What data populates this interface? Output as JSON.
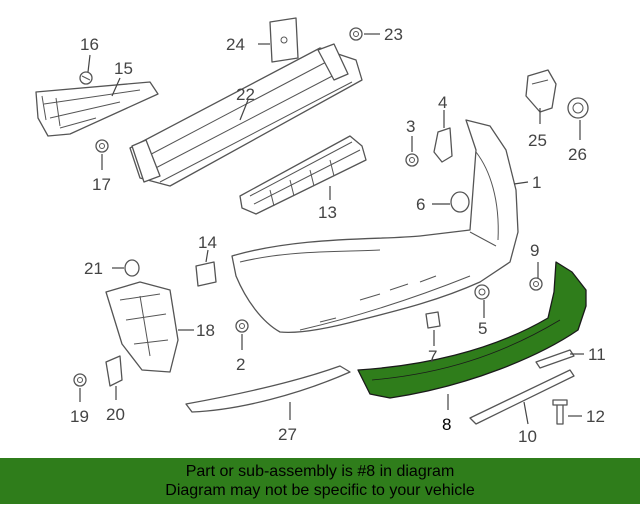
{
  "highlight_color": "#2f7d1b",
  "diagram": {
    "callouts": [
      {
        "id": "1",
        "label": "1",
        "part": "bumper-cover"
      },
      {
        "id": "2",
        "label": "2",
        "part": "clip"
      },
      {
        "id": "3",
        "label": "3",
        "part": "nut"
      },
      {
        "id": "4",
        "label": "4",
        "part": "bracket"
      },
      {
        "id": "5",
        "label": "5",
        "part": "nut"
      },
      {
        "id": "6",
        "label": "6",
        "part": "bumper-stop"
      },
      {
        "id": "7",
        "label": "7",
        "part": "clip"
      },
      {
        "id": "8",
        "label": "8",
        "part": "lower-valance",
        "highlighted": true
      },
      {
        "id": "9",
        "label": "9",
        "part": "nut"
      },
      {
        "id": "10",
        "label": "10",
        "part": "trim-strip"
      },
      {
        "id": "11",
        "label": "11",
        "part": "reflector"
      },
      {
        "id": "12",
        "label": "12",
        "part": "bolt"
      },
      {
        "id": "13",
        "label": "13",
        "part": "energy-absorber"
      },
      {
        "id": "14",
        "label": "14",
        "part": "clip"
      },
      {
        "id": "15",
        "label": "15",
        "part": "side-bracket"
      },
      {
        "id": "16",
        "label": "16",
        "part": "screw"
      },
      {
        "id": "17",
        "label": "17",
        "part": "nut"
      },
      {
        "id": "18",
        "label": "18",
        "part": "side-support"
      },
      {
        "id": "19",
        "label": "19",
        "part": "nut"
      },
      {
        "id": "20",
        "label": "20",
        "part": "bracket"
      },
      {
        "id": "21",
        "label": "21",
        "part": "grommet"
      },
      {
        "id": "22",
        "label": "22",
        "part": "reinforcement-bar"
      },
      {
        "id": "23",
        "label": "23",
        "part": "nut"
      },
      {
        "id": "24",
        "label": "24",
        "part": "plate"
      },
      {
        "id": "25",
        "label": "25",
        "part": "sensor-bracket"
      },
      {
        "id": "26",
        "label": "26",
        "part": "sensor"
      },
      {
        "id": "27",
        "label": "27",
        "part": "trim-molding"
      }
    ]
  },
  "footer": {
    "line1": "Part or sub-assembly is #8 in diagram",
    "line2": "Diagram may not be specific to your vehicle"
  }
}
